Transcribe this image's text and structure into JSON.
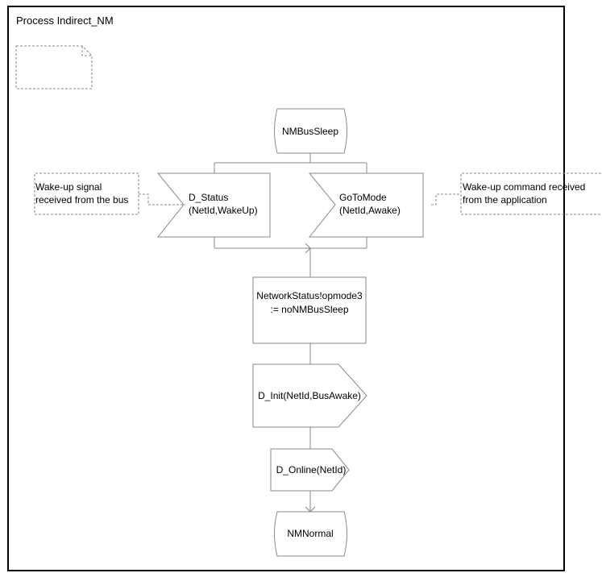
{
  "process_title": "Process Indirect_NM",
  "states": {
    "start": "NMBusSleep",
    "end": "NMNormal"
  },
  "inputs": {
    "left": {
      "line1": "D_Status",
      "line2": "(NetId,WakeUp)"
    },
    "right": {
      "line1": "GoToMode",
      "line2": "(NetId,Awake)"
    }
  },
  "comments": {
    "left": {
      "line1": "Wake-up signal",
      "line2": "received from the bus"
    },
    "right": {
      "line1": "Wake-up command received",
      "line2": "from the application"
    }
  },
  "task": {
    "line1": "NetworkStatus!opmode3",
    "line2": ":= noNMBusSleep"
  },
  "outputs": {
    "init": "D_Init(NetId,BusAwake)",
    "online": "D_Online(NetId)"
  }
}
